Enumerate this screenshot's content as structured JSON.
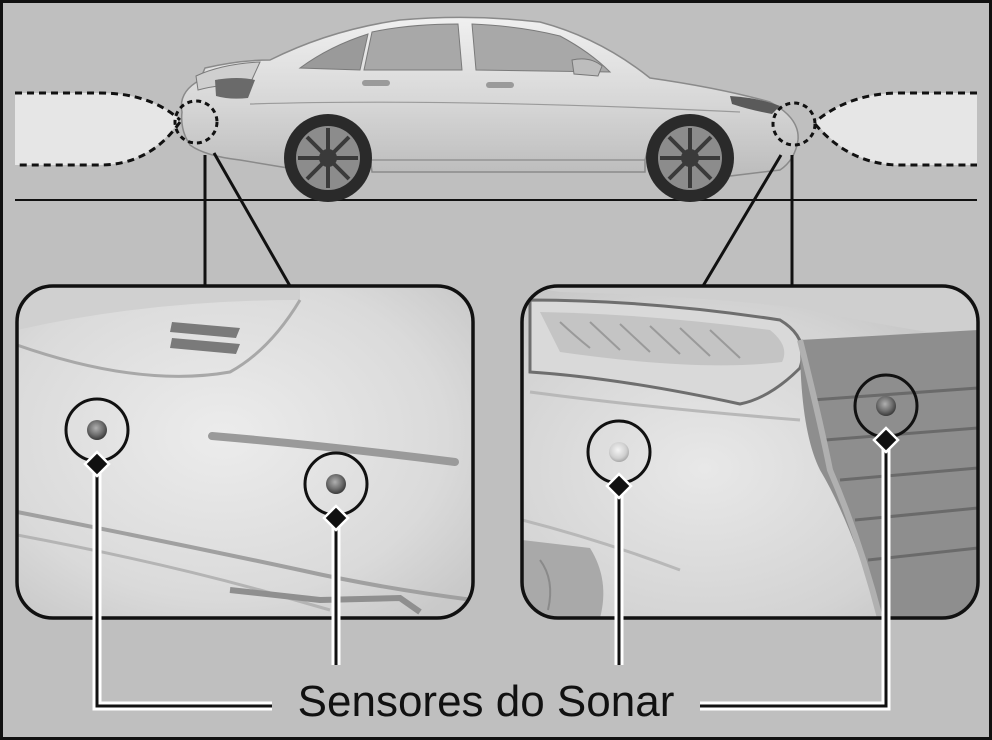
{
  "caption": "Sensores do Sonar",
  "colors": {
    "background": "#bfbfbf",
    "sensing_zone": "#e6e6e6",
    "car_body": "#dcdcdc",
    "outline": "#111111",
    "panel_fill": "#e0e0e0"
  },
  "icons": {
    "front_sensor_zone": "dotted-circle",
    "rear_sensor_zone": "dotted-circle",
    "sensor_marker": "diamond"
  }
}
